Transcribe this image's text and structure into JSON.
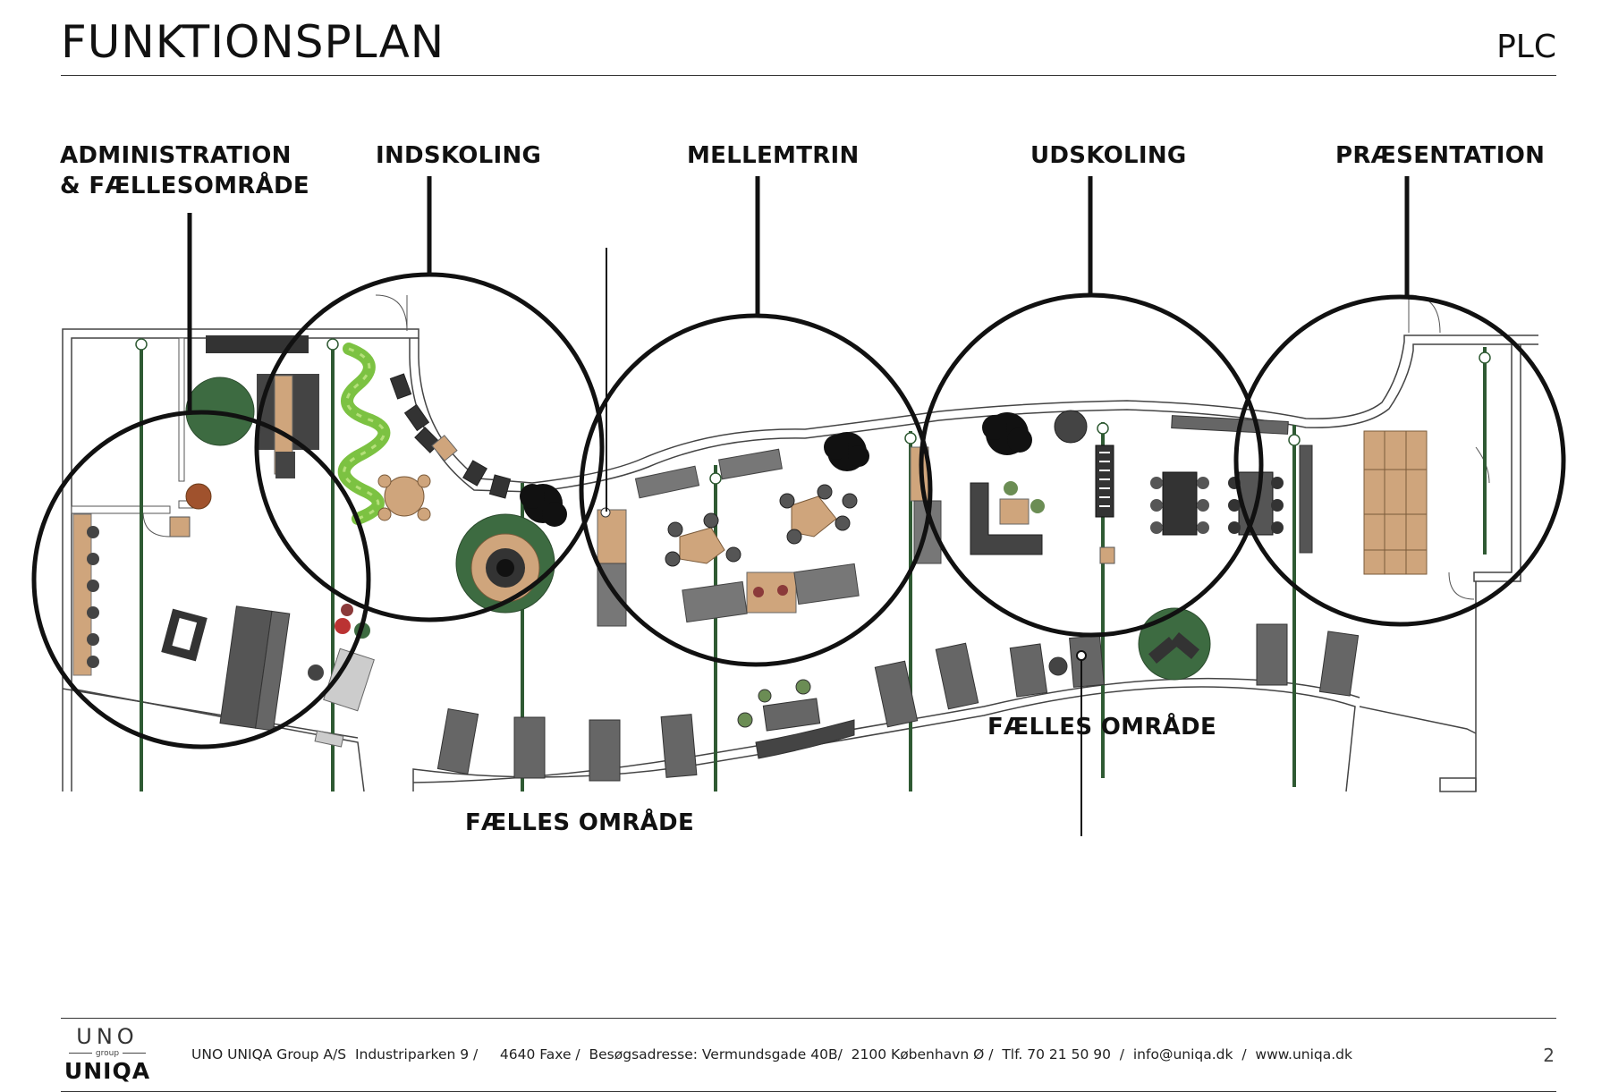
{
  "header": {
    "title": "FUNKTIONSPLAN",
    "code": "PLC"
  },
  "zones": [
    {
      "line1": "ADMINISTRATION",
      "line2": "& FÆLLESOMRÅDE"
    },
    {
      "line1": "INDSKOLING"
    },
    {
      "line1": "MELLEMTRIN"
    },
    {
      "line1": "UDSKOLING"
    },
    {
      "line1": "PRÆSENTATION"
    }
  ],
  "common_areas": [
    {
      "label": "FÆLLES OMRÅDE"
    },
    {
      "label": "FÆLLES OMRÅDE"
    }
  ],
  "footer": {
    "logo": {
      "top": "UNO",
      "middle": "group",
      "bottom": "UNIQA"
    },
    "company": "UNO UNIQA Group A/S  Industriparken 9 /     4640 Faxe /  Besøgsadresse: Vermundsgade 40B/  2100 København Ø /  Tlf. 70 21 50 90  /  info@uniqa.dk  /  www.uniqa.dk",
    "page": "2"
  },
  "colors": {
    "wall": "#333333",
    "green": "#3d6b41",
    "wood": "#cfa57c",
    "furniture": "#6e6e6e",
    "plant": "#1a1a1a"
  }
}
